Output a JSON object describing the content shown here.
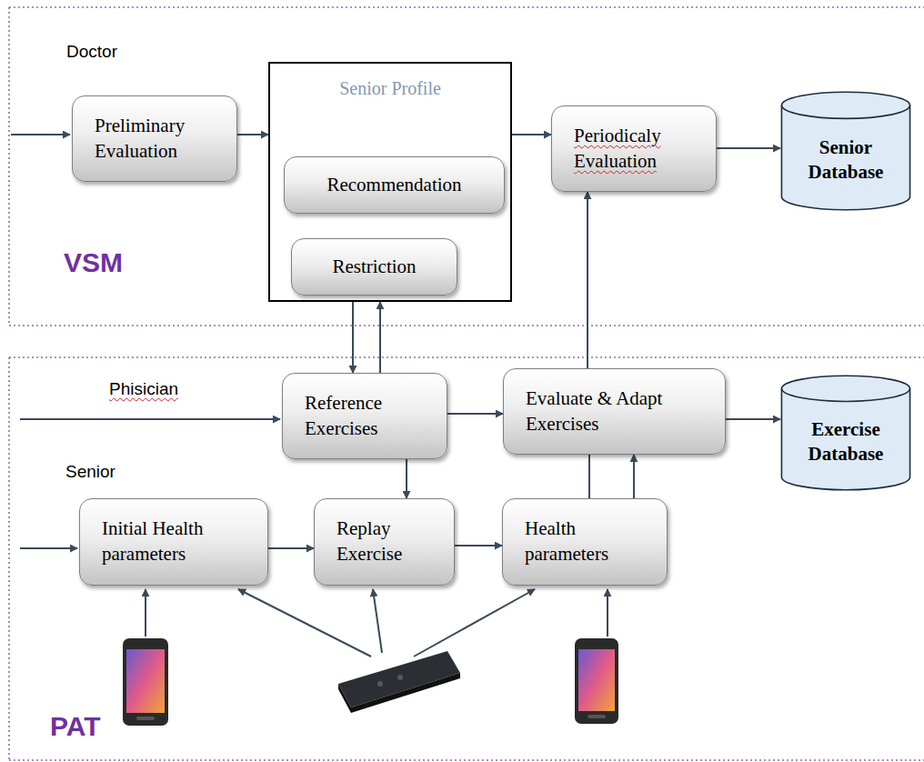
{
  "diagram": {
    "nodes": [
      {
        "text": [
          "Preliminary Evaluation"
        ]
      },
      {
        "text": [
          "Senior Profile"
        ]
      },
      {
        "text": [
          "Recommendation"
        ],
        "in": 1
      },
      {
        "text": [
          "Restriction"
        ],
        "in": 1
      },
      {
        "text": [
          "Periodicaly Evaluation"
        ]
      },
      {
        "text": [
          "Senior Database"
        ]
      },
      {
        "text": [
          "Reference Exercises"
        ]
      },
      {
        "text": [
          "Evaluate & Adapt Exercises"
        ]
      },
      {
        "text": [
          "Exercise Database"
        ]
      },
      {
        "text": [
          "Initial Health parameters"
        ]
      },
      {
        "text": [
          "Replay Exercise"
        ]
      },
      {
        "text": [
          "Health parameters"
        ]
      }
    ],
    "edges": [
      {
        "from": 0,
        "to": 1,
        "arrow": "to"
      },
      {
        "from": 1,
        "to": 4,
        "arrow": "to"
      },
      {
        "from": 4,
        "to": 5,
        "arrow": "to"
      },
      {
        "from": 1,
        "to": 6,
        "arrow": "to"
      },
      {
        "from": 6,
        "to": 1,
        "arrow": "to"
      },
      {
        "from": 6,
        "to": 7,
        "arrow": "to"
      },
      {
        "from": 6,
        "to": 10,
        "arrow": "to"
      },
      {
        "from": 7,
        "to": 4,
        "arrow": "to"
      },
      {
        "from": 7,
        "to": 8,
        "arrow": "to"
      },
      {
        "from": 9,
        "to": 10,
        "arrow": "to"
      },
      {
        "from": 10,
        "to": 11,
        "arrow": "to"
      },
      {
        "from": 11,
        "to": 7,
        "arrow": "none"
      },
      {
        "from": 11,
        "to": 7,
        "arrow": "to"
      }
    ],
    "labels": [
      "Doctor",
      "VSM",
      "Phisician",
      "Senior",
      "PAT"
    ]
  }
}
